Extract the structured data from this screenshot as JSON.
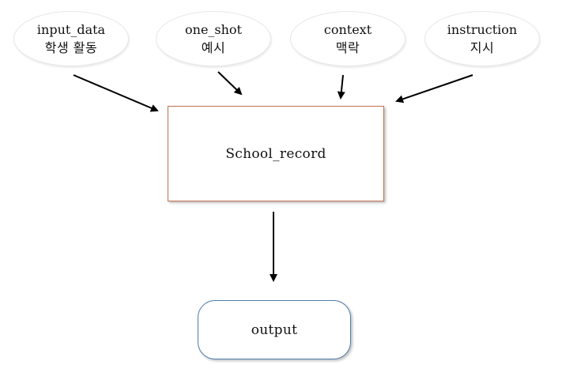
{
  "diagram": {
    "nodes": {
      "input_data": {
        "label_en": "input_data",
        "label_ko": "학생 활동"
      },
      "one_shot": {
        "label_en": "one_shot",
        "label_ko": "예시"
      },
      "context": {
        "label_en": "context",
        "label_ko": "맥락"
      },
      "instruction": {
        "label_en": "instruction",
        "label_ko": "지시"
      },
      "school_record": {
        "label": "School_record"
      },
      "output": {
        "label": "output"
      }
    },
    "edges": [
      {
        "from": "input_data",
        "to": "school_record"
      },
      {
        "from": "one_shot",
        "to": "school_record"
      },
      {
        "from": "context",
        "to": "school_record"
      },
      {
        "from": "instruction",
        "to": "school_record"
      },
      {
        "from": "school_record",
        "to": "output"
      }
    ],
    "colors": {
      "ellipse_border": "#e7e7e7",
      "school_record_border": "#c0704f",
      "output_border": "#4f7cad",
      "arrow": "#000000"
    }
  }
}
